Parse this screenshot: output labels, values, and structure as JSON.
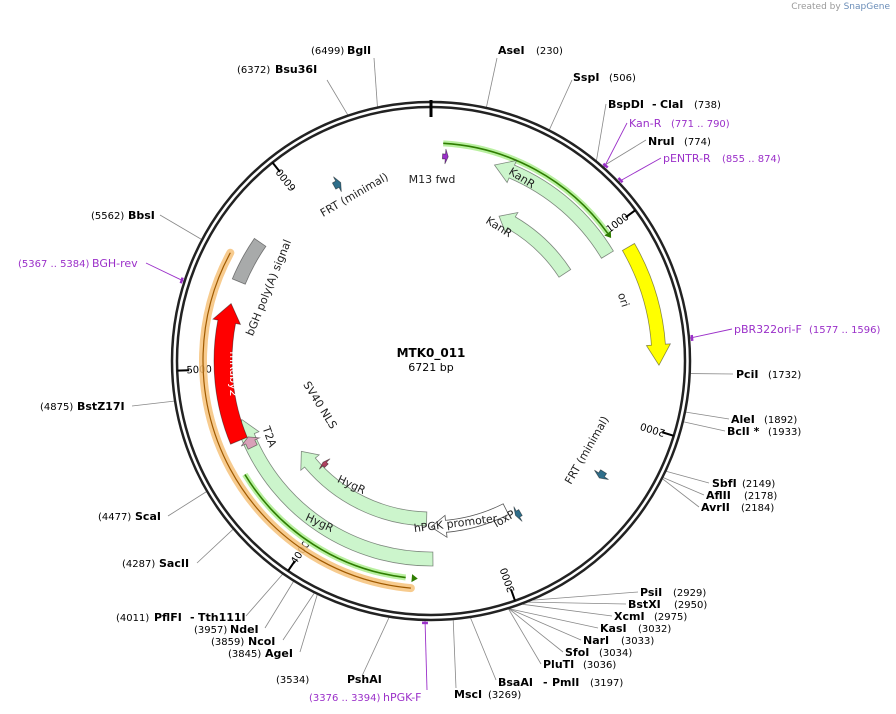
{
  "app": {
    "credit_prefix": "Created by",
    "brand": "SnapGene"
  },
  "plasmid": {
    "name": "MTK0_011",
    "length_label": "6721 bp",
    "length": 6721
  },
  "ticks": [
    {
      "pos": 1000,
      "label": "1000"
    },
    {
      "pos": 2000,
      "label": "2000"
    },
    {
      "pos": 3000,
      "label": "3000"
    },
    {
      "pos": 4000,
      "label": "4000"
    },
    {
      "pos": 5000,
      "label": "5000"
    },
    {
      "pos": 6000,
      "label": "6000"
    }
  ],
  "features": [
    {
      "id": "kanr-outer",
      "label": "KanR",
      "start": 1100,
      "end": 335,
      "color": "#ccf5cc",
      "kind": "arrow"
    },
    {
      "id": "kanr-inner",
      "label": "KanR",
      "start": 1060,
      "end": 470,
      "color": "#ccf5cc",
      "kind": "arrow"
    },
    {
      "id": "ori",
      "label": "ori",
      "start": 1120,
      "end": 1700,
      "color": "#ffff00",
      "kind": "arrow"
    },
    {
      "id": "hygr-outer",
      "label": "HygR",
      "start": 3350,
      "end": 4720,
      "color": "#ccf5cc",
      "kind": "arrow"
    },
    {
      "id": "hygr-inner",
      "label": "HygR",
      "start": 3390,
      "end": 4390,
      "color": "#ccf5cc",
      "kind": "arrow"
    },
    {
      "id": "hpgk-promoter",
      "label": "hPGK promoter",
      "start": 2860,
      "end": 3360,
      "color": "#ffffff",
      "kind": "arrow"
    },
    {
      "id": "mruby2",
      "label": "mRuby2",
      "start": 4620,
      "end": 5340,
      "color": "#ff0000",
      "kind": "arrow"
    },
    {
      "id": "bgh-polya",
      "label": "bGH poly(A) signal",
      "start": 5460,
      "end": 5690,
      "color": "#a8aaaa",
      "kind": "box"
    },
    {
      "id": "t2a",
      "label": "T2A",
      "start": 4560,
      "end": 4620,
      "color": "#d8a0b8",
      "kind": "arrow"
    },
    {
      "id": "sv40-nls",
      "label": "SV40 NLS",
      "start": 4200,
      "end": 4235,
      "color": "#b04060",
      "kind": "arrow"
    },
    {
      "id": "m13-fwd",
      "label": "M13 fwd",
      "start": 60,
      "end": 90,
      "color": "#9b30c9",
      "kind": "arrow"
    },
    {
      "id": "frt-minimal-1",
      "label": "FRT (minimal)",
      "start": 6180,
      "end": 6220,
      "color": "#2f6e8a",
      "kind": "arrow"
    },
    {
      "id": "frt-minimal-2",
      "label": "FRT (minimal)",
      "start": 2290,
      "end": 2330,
      "color": "#2f6e8a",
      "kind": "arrow"
    },
    {
      "id": "loxp",
      "label": "loxP",
      "start": 2790,
      "end": 2825,
      "color": "#2f6e8a",
      "kind": "arrow"
    }
  ],
  "sites": [
    {
      "name": "AseI",
      "pos": "(230)"
    },
    {
      "name": "SspI",
      "pos": "(506)"
    },
    {
      "name": "BspDI",
      "name2": "ClaI",
      "pos": "(738)"
    },
    {
      "name": "NruI",
      "pos": "(774)"
    },
    {
      "name": "PciI",
      "pos": "(1732)"
    },
    {
      "name": "AleI",
      "pos": "(1892)"
    },
    {
      "name": "BclI *",
      "pos": "(1933)"
    },
    {
      "name": "SbfI",
      "pos": "(2149)"
    },
    {
      "name": "AflII",
      "pos": "(2178)"
    },
    {
      "name": "AvrII",
      "pos": "(2184)"
    },
    {
      "name": "PsiI",
      "pos": "(2929)"
    },
    {
      "name": "BstXI",
      "pos": "(2950)"
    },
    {
      "name": "XcmI",
      "pos": "(2975)"
    },
    {
      "name": "KasI",
      "pos": "(3032)"
    },
    {
      "name": "NarI",
      "pos": "(3033)"
    },
    {
      "name": "SfoI",
      "pos": "(3034)"
    },
    {
      "name": "PluTI",
      "pos": "(3036)"
    },
    {
      "name": "BsaAI",
      "name2": "PmlI",
      "pos": "(3197)"
    },
    {
      "name": "MscI",
      "pos": "(3269)"
    },
    {
      "name": "PshAI",
      "pos": "(3534)"
    },
    {
      "name": "AgeI",
      "pos": "(3845)"
    },
    {
      "name": "NcoI",
      "pos": "(3859)"
    },
    {
      "name": "NdeI",
      "pos": "(3957)"
    },
    {
      "name": "PflFI",
      "name2": "Tth111I",
      "pos": "(4011)"
    },
    {
      "name": "SacII",
      "pos": "(4287)"
    },
    {
      "name": "ScaI",
      "pos": "(4477)"
    },
    {
      "name": "BstZ17I",
      "pos": "(4875)"
    },
    {
      "name": "BbsI",
      "pos": "(5562)"
    },
    {
      "name": "Bsu36I",
      "pos": "(6372)"
    },
    {
      "name": "BglI",
      "pos": "(6499)"
    }
  ],
  "primers": [
    {
      "name": "Kan-R",
      "pos": "(771 .. 790)"
    },
    {
      "name": "pENTR-R",
      "pos": "(855 .. 874)"
    },
    {
      "name": "pBR322ori-F",
      "pos": "(1577 .. 1596)"
    },
    {
      "name": "hPGK-F",
      "pos": "(3376 .. 3394)"
    },
    {
      "name": "BGH-rev",
      "pos": "(5367 .. 5384)"
    }
  ]
}
